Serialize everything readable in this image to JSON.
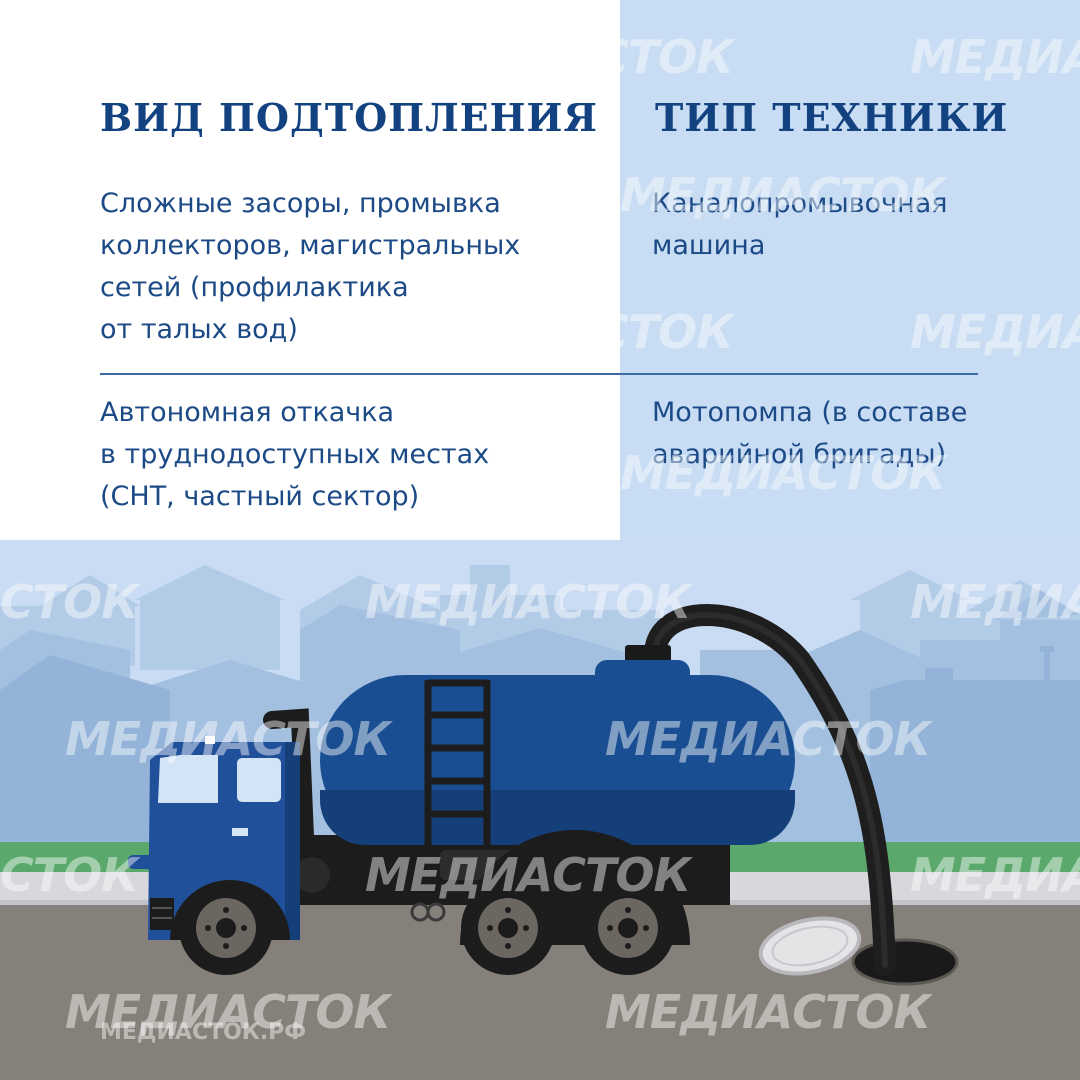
{
  "columns": {
    "flood_type_heading": "ВИД ПОДТОПЛЕНИЯ",
    "equipment_heading": "ТИП ТЕХНИКИ"
  },
  "rows": [
    {
      "flood_type_lines": [
        "Сложные засоры, промывка",
        "коллекторов, магистральных",
        "сетей (профилактика",
        "от талых вод)"
      ],
      "equipment_lines": [
        "Каналопромывочная",
        "машина"
      ]
    },
    {
      "flood_type_lines": [
        "Автономная откачка",
        "в труднодоступных местах",
        "(СНТ, частный сектор)"
      ],
      "equipment_lines": [
        "Мотопомпа (в составе",
        "аварийной бригады)"
      ]
    }
  ],
  "watermark": {
    "brand": "МЕДИАСТОК",
    "brand_fragment_right": "МЕДИА",
    "brand_fragment_left": "СТОК",
    "url": "МЕДИАСТОК.РФ"
  },
  "colors": {
    "heading": "#12427f",
    "body_text": "#1b4a86",
    "panel_left": "#ffffff",
    "panel_right": "#c8dcf4",
    "truck_tank": "#1a4e93",
    "truck_cab": "#21509b",
    "road": "#858079",
    "grass": "#5aa86b",
    "sky": "#c9dcf3"
  }
}
